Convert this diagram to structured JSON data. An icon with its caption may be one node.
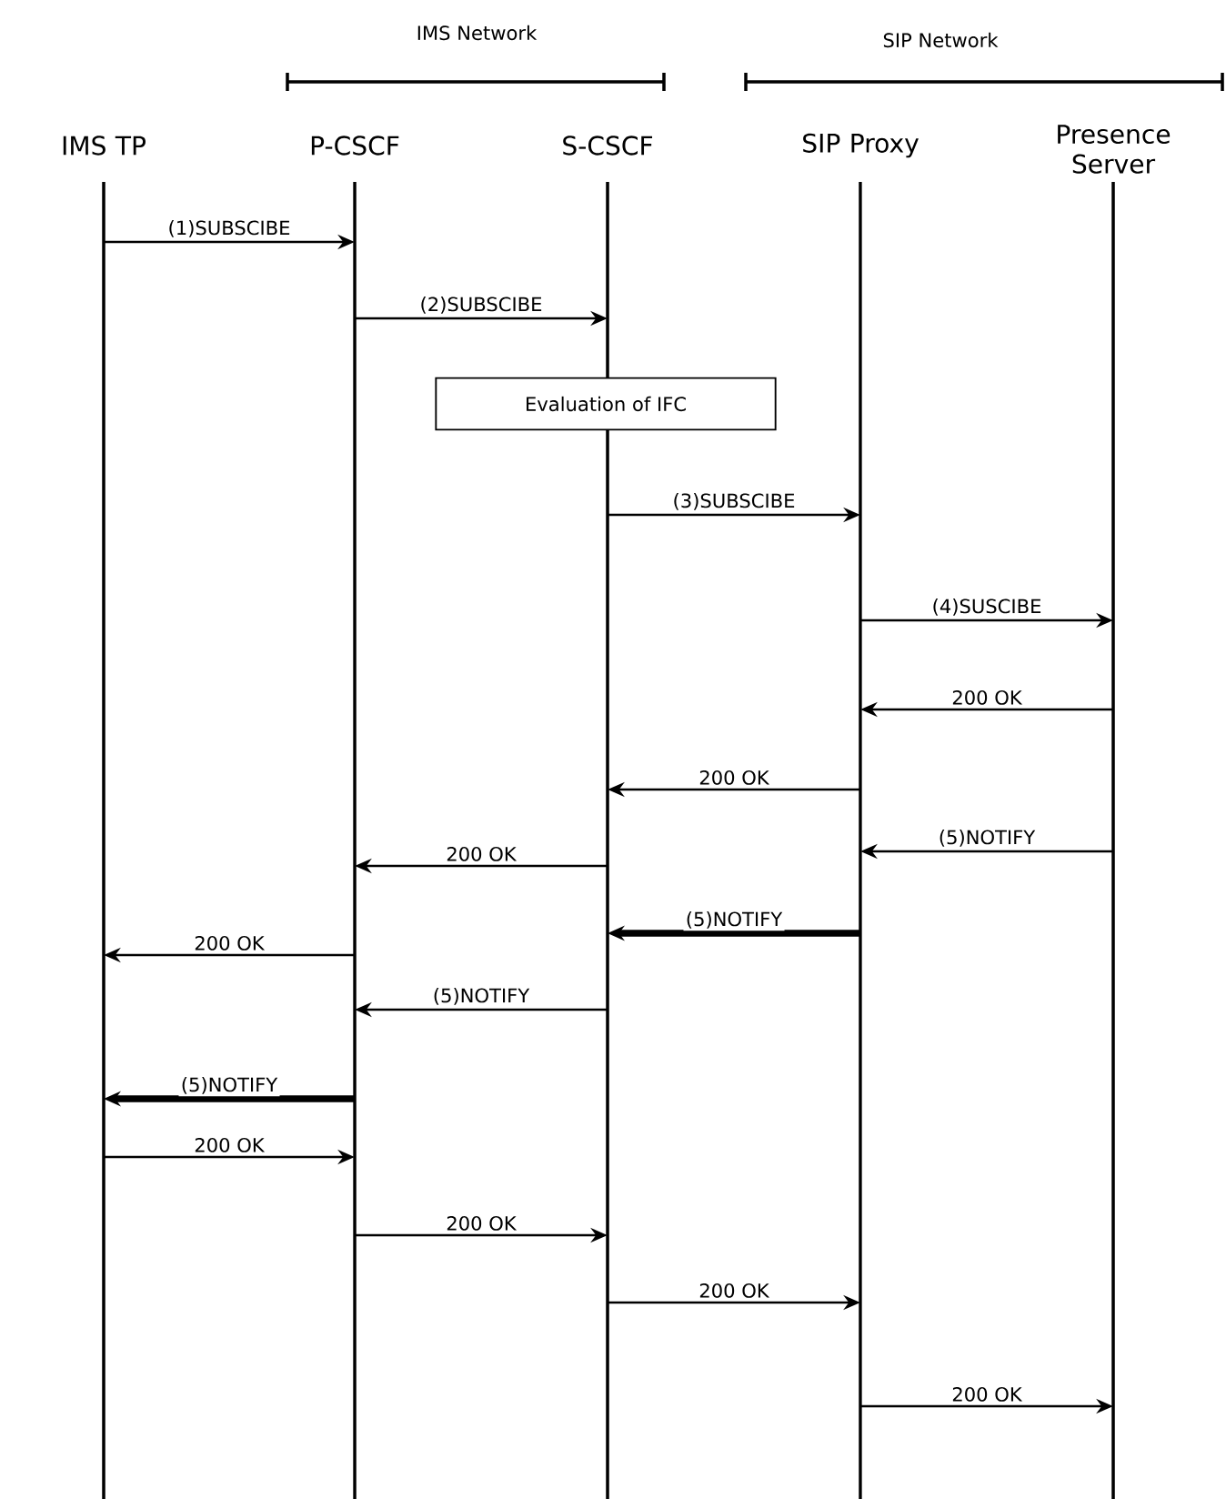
{
  "diagram": {
    "nodes": [
      {
        "text": [
          "IMS TP"
        ]
      },
      {
        "text": [
          "P-CSCF"
        ]
      },
      {
        "text": [
          "S-CSCF"
        ]
      },
      {
        "text": [
          "SIP Proxy"
        ]
      },
      {
        "text": [
          "Presence Server"
        ]
      },
      {
        "text": [
          "Evaluation of IFC"
        ]
      }
    ],
    "edges": [
      {
        "from": 0,
        "to": 1,
        "arrow": "to",
        "label": "(1)SUBSCIBE"
      },
      {
        "from": 1,
        "to": 2,
        "arrow": "to",
        "label": "(2)SUBSCIBE"
      },
      {
        "from": 2,
        "to": 3,
        "arrow": "to",
        "label": "(3)SUBSCIBE"
      },
      {
        "from": 3,
        "to": 4,
        "arrow": "to",
        "label": "(4)SUSCIBE"
      },
      {
        "from": 4,
        "to": 3,
        "arrow": "to",
        "label": "200 OK"
      },
      {
        "from": 3,
        "to": 2,
        "arrow": "to",
        "label": "200 OK"
      },
      {
        "from": 4,
        "to": 3,
        "arrow": "to",
        "label": "(5)NOTIFY"
      },
      {
        "from": 2,
        "to": 1,
        "arrow": "to",
        "label": "200 OK"
      },
      {
        "from": 3,
        "to": 2,
        "arrow": "to",
        "label": "(5)NOTIFY",
        "style": "thick"
      },
      {
        "from": 1,
        "to": 0,
        "arrow": "to",
        "label": "200 OK"
      },
      {
        "from": 2,
        "to": 1,
        "arrow": "to",
        "label": "(5)NOTIFY"
      },
      {
        "from": 1,
        "to": 0,
        "arrow": "to",
        "label": "(5)NOTIFY",
        "style": "thick"
      },
      {
        "from": 0,
        "to": 1,
        "arrow": "to",
        "label": "200 OK"
      },
      {
        "from": 1,
        "to": 2,
        "arrow": "to",
        "label": "200 OK"
      },
      {
        "from": 2,
        "to": 3,
        "arrow": "to",
        "label": "200 OK"
      },
      {
        "from": 3,
        "to": 4,
        "arrow": "to",
        "label": "200 OK"
      }
    ],
    "labels": [
      "IMS Network",
      "SIP Network"
    ]
  }
}
